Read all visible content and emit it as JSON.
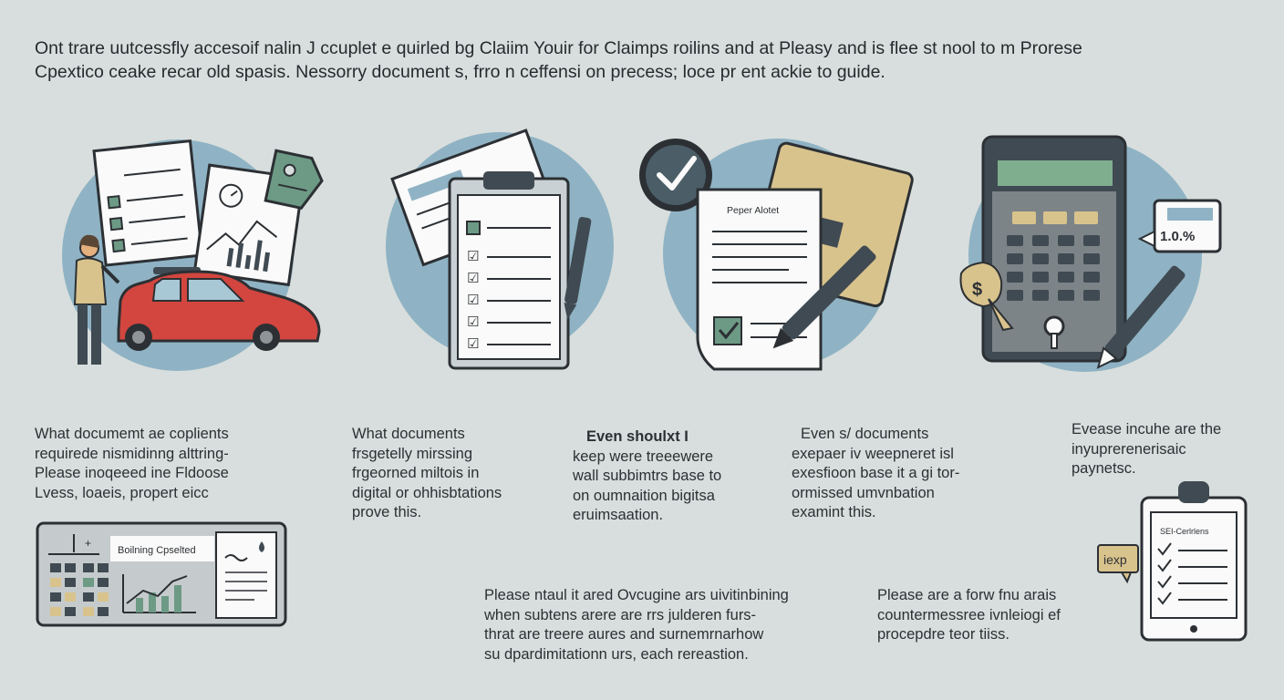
{
  "intro": {
    "line1": "Ont trare uutcessfly accesoif nalin J ccuplet e quirled bg Claiim Youir for Claimps roilins and at Pleasy and is flee st nool to m Prorese",
    "line2": "Cpextico ceake recar old spasis. Nessorry document s, frro n ceffensi on precess; loce pr ent ackie to guide."
  },
  "illustrations": {
    "paper_doc_title": "Peper Alotet",
    "calculator_display": "1.0.%",
    "currency_symbol": "$",
    "dashboard_label": "Boilning Cpselted",
    "checklist_title": "SEI-Cerlrlens",
    "checklist_badge": "iexp"
  },
  "columns": [
    {
      "lines": [
        "What documemt ae coplients",
        "requirede nismidinng alttring-",
        "Please inoqeeed ine Fldoose",
        "Lvess, loaeis, propert eicc"
      ]
    },
    {
      "lines": [
        "What documents",
        "frsgetelly mirssing",
        "frgeorned miltois in",
        "digital or ohhisbtations",
        "prove this."
      ]
    },
    {
      "heading": "Even shoulxt I",
      "lines": [
        "keep were treeewere",
        "wall subbimtrs base to",
        "on oumnaition bigitsa",
        "eruimsaation."
      ]
    },
    {
      "lines": [
        "Even s/ documents",
        "exepaer iv weepneret isl",
        "exesfioon base it a gi tor-",
        "ormissed umvnbation",
        "examint this."
      ]
    },
    {
      "lines": [
        "Evease incuhe are the",
        "inyuprerenerisaic",
        "paynetsc."
      ]
    }
  ],
  "bottom": {
    "left_lines": [
      "Please ntaul it ared Ovcugine ars uivitinbining",
      "when subtens arere are rrs julderen furs-",
      "thrat are treere aures and surnemrnarhow",
      "su dpardimitationn urs, each rereastion."
    ],
    "right_lines": [
      "Please are a forw fnu arais",
      "countermessree ivnleiogi ef",
      "procepdre teor tiiss."
    ]
  },
  "colors": {
    "background": "#d8dedd",
    "circle_blue": "#8fb3c4",
    "car_red": "#d2463f",
    "accent_green": "#6d9a85",
    "tan": "#d9c38d",
    "dark_slate": "#3f4a52"
  }
}
